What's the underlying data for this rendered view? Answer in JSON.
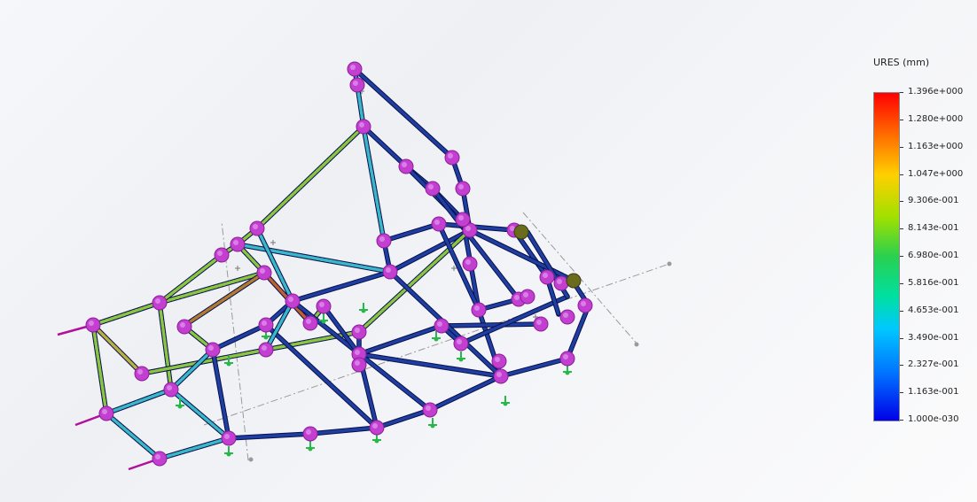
{
  "legend": {
    "title": "URES (mm)",
    "ticks": [
      "1.396e+000",
      "1.280e+000",
      "1.163e+000",
      "1.047e+000",
      "9.306e-001",
      "8.143e-001",
      "6.980e-001",
      "5.816e-001",
      "4.653e-001",
      "3.490e-001",
      "2.327e-001",
      "1.163e-001",
      "1.000e-030"
    ]
  },
  "colors": {
    "joint": "#c33fd0",
    "fixture": "#27b84a",
    "load_arrow": "#b0109a",
    "axis": "#9a9a9a",
    "hinge": "#6b6b1e",
    "max": "#ff0000",
    "min": "#0000e8"
  }
}
